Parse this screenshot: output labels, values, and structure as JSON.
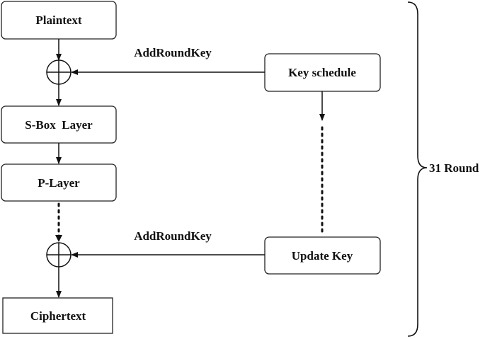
{
  "nodes": {
    "plaintext": "Plaintext",
    "sbox": "S-Box  Layer",
    "player": "P-Layer",
    "ciphertext": "Ciphertext",
    "key_schedule": "Key schedule",
    "update_key": "Update Key"
  },
  "edges": {
    "add_round_key_top": "AddRoundKey",
    "add_round_key_bottom": "AddRoundKey"
  },
  "brace_label": "31 Round"
}
